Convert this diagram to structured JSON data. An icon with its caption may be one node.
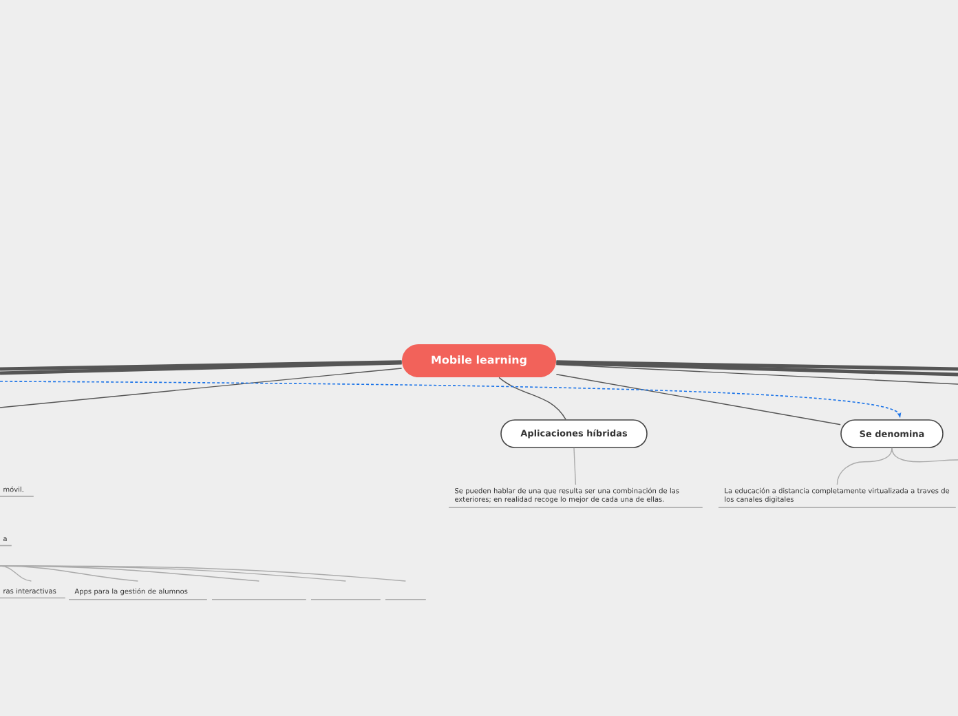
{
  "diagram": {
    "nodes": [
      {
        "text": [
          "Mobile learning"
        ]
      },
      {
        "text": [
          "Aplicaciones híbridas"
        ]
      },
      {
        "text": [
          "Se pueden hablar de una que resulta ser una combinación de las exteriores; en realidad recoge lo mejor de cada una de ellas."
        ]
      },
      {
        "text": [
          "Se denomina"
        ]
      },
      {
        "text": [
          "La educación a distancia completamente virtualizada a traves de los canales digitales"
        ]
      },
      {
        "text": [
          "móvil."
        ]
      },
      {
        "text": [
          "a"
        ]
      },
      {
        "text": [
          "ras interactivas"
        ]
      },
      {
        "text": [
          "Apps para la gestión de alumnos"
        ]
      },
      {
        "text": [],
        "shape": "line"
      },
      {
        "text": [],
        "shape": "line"
      },
      {
        "text": [],
        "shape": "line"
      }
    ],
    "edges": [
      {
        "from": 0,
        "to": null,
        "arrow": "none",
        "style": "thick"
      },
      {
        "from": 0,
        "to": null,
        "arrow": "none",
        "style": "thick"
      },
      {
        "from": 0,
        "to": null,
        "arrow": "none"
      },
      {
        "from": 0,
        "to": null,
        "arrow": "none",
        "style": "thick"
      },
      {
        "from": 0,
        "to": null,
        "arrow": "none",
        "style": "thick"
      },
      {
        "from": 0,
        "to": null,
        "arrow": "none"
      },
      {
        "from": 0,
        "to": 1,
        "arrow": "none"
      },
      {
        "from": 0,
        "to": 3,
        "arrow": "none"
      },
      {
        "from": 1,
        "to": 2,
        "arrow": "none",
        "color": "#aaaaaa"
      },
      {
        "from": 3,
        "to": 4,
        "arrow": "none",
        "color": "#aaaaaa"
      },
      {
        "from": 3,
        "to": null,
        "arrow": "none",
        "color": "#aaaaaa"
      },
      {
        "from": null,
        "to": 3,
        "arrow": "to",
        "style": "dashed",
        "color": "#1a73e8"
      },
      {
        "from": null,
        "to": 7,
        "arrow": "none",
        "color": "#aaaaaa"
      },
      {
        "from": null,
        "to": 8,
        "arrow": "none",
        "color": "#aaaaaa"
      },
      {
        "from": null,
        "to": 9,
        "arrow": "none",
        "color": "#aaaaaa"
      },
      {
        "from": null,
        "to": 10,
        "arrow": "none",
        "color": "#aaaaaa"
      },
      {
        "from": null,
        "to": 11,
        "arrow": "none",
        "color": "#aaaaaa"
      }
    ]
  }
}
